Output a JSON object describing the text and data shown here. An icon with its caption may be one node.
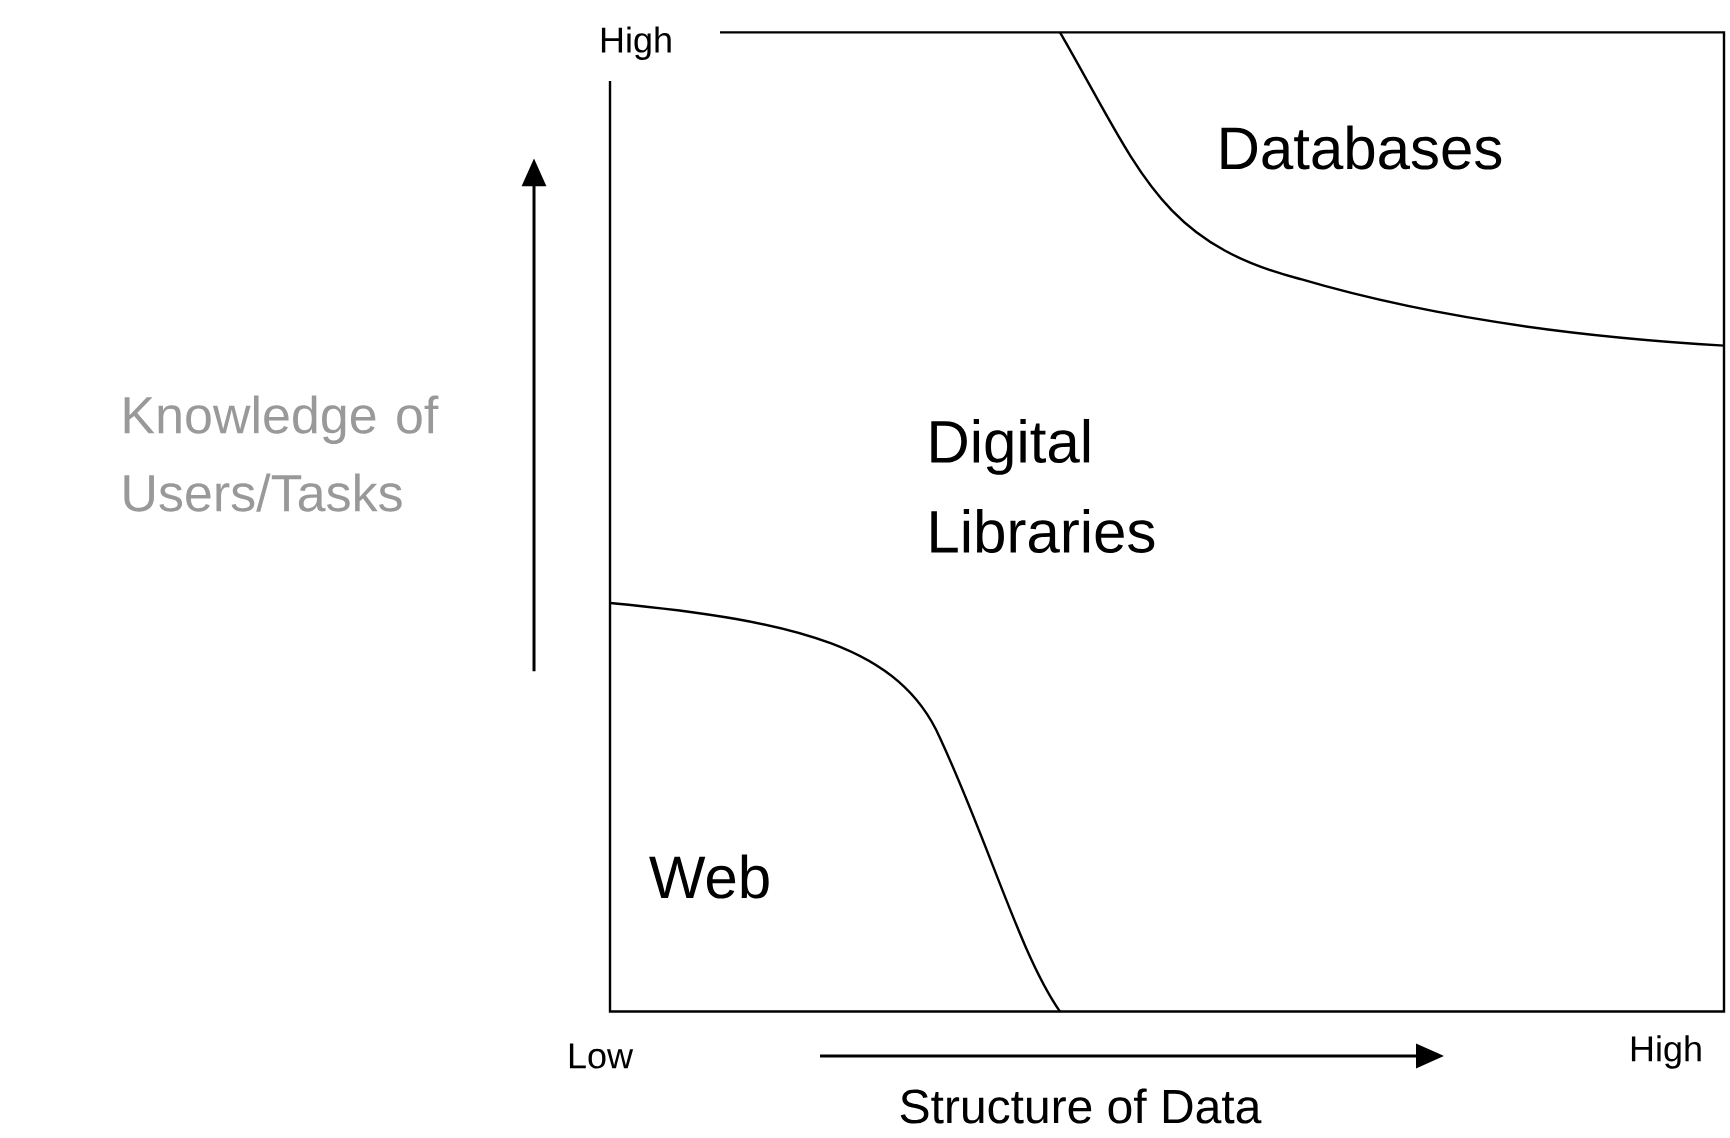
{
  "diagram": {
    "labels": [
      "High",
      "Databases",
      "Knowledge of Users/Tasks",
      "Digital Libraries",
      "Web",
      "Low",
      "High",
      "Structure of Data"
    ]
  }
}
